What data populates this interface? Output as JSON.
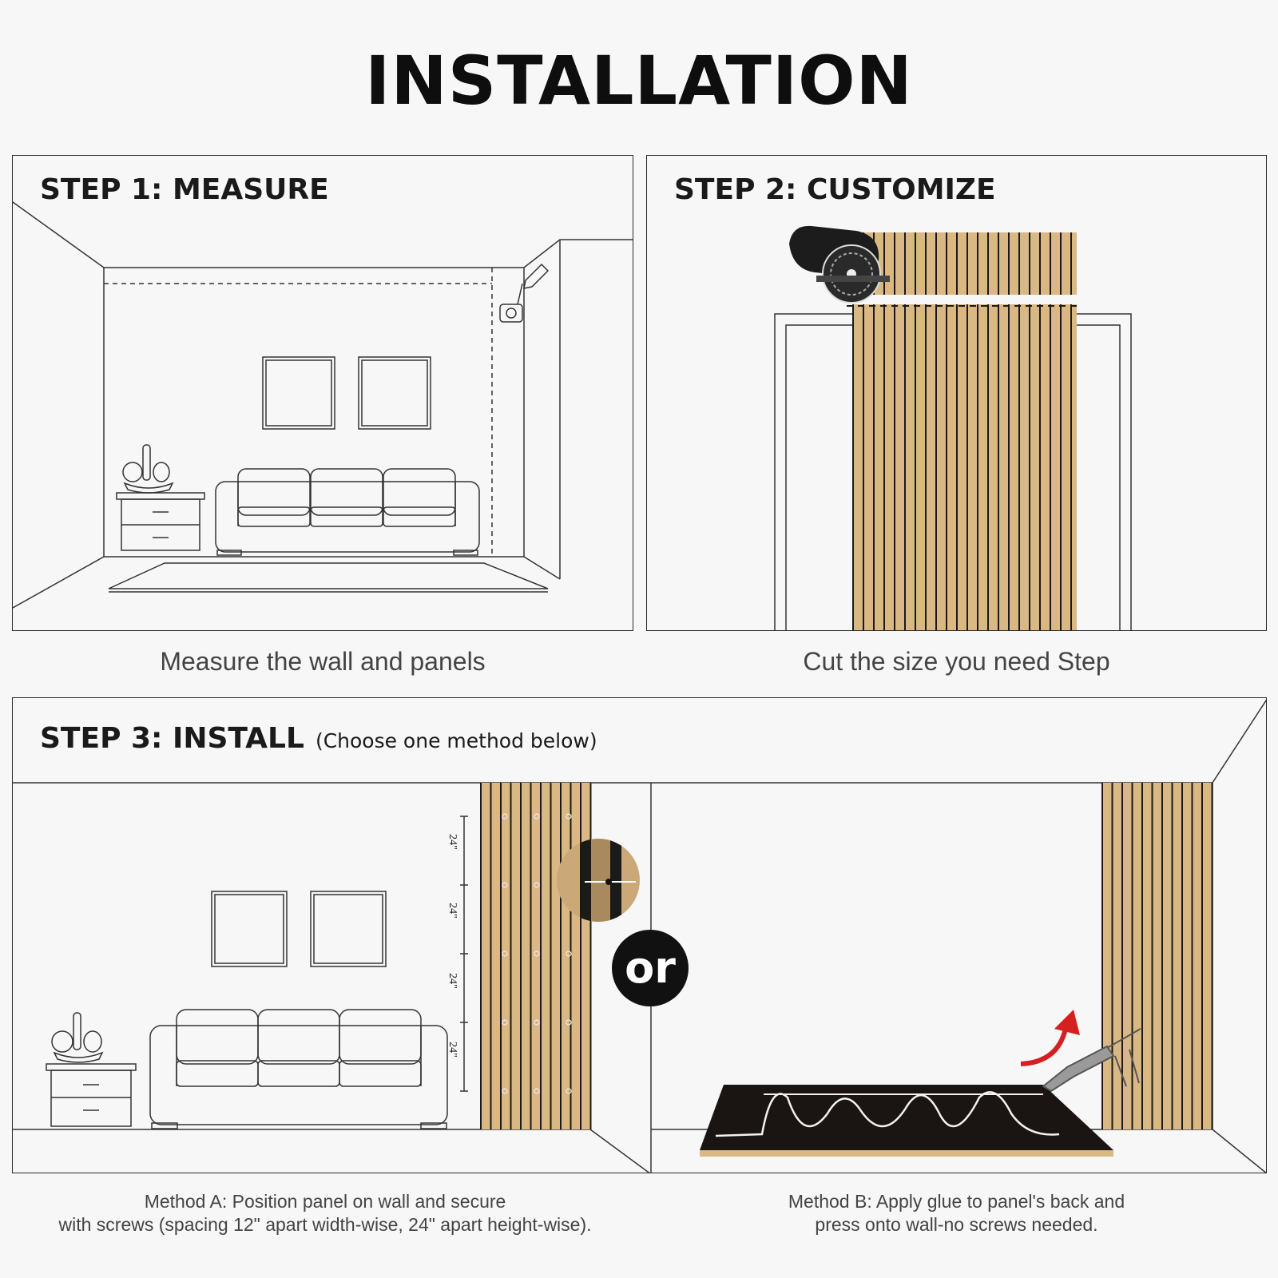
{
  "title": "INSTALLATION",
  "step1": {
    "heading": "STEP 1: MEASURE",
    "caption": "Measure the wall and panels"
  },
  "step2": {
    "heading": "STEP 2: CUSTOMIZE",
    "caption": "Cut the size you need Step"
  },
  "step3": {
    "heading": "STEP 3:  INSTALL",
    "subheading": "(Choose one method below)",
    "spacing_labels": [
      "24\"",
      "24\"",
      "24\"",
      "24\""
    ],
    "or_label": "or",
    "method_a": {
      "line1": "Method A: Position panel on wall and secure",
      "line2": "with screws (spacing 12\" apart width-wise, 24\" apart height-wise)."
    },
    "method_b": {
      "line1": "Method B: Apply glue to panel's back and",
      "line2": "press onto wall-no screws needed."
    }
  },
  "colors": {
    "wood": "#d9b883",
    "slat_gap": "#1a1a1a",
    "glue_arrow": "#d42020",
    "background": "#f7f7f7"
  },
  "icons": [
    "tape-measure-icon",
    "pencil-icon",
    "circular-saw-icon",
    "caulk-gun-icon",
    "arrow-up-icon",
    "screw-icon"
  ]
}
